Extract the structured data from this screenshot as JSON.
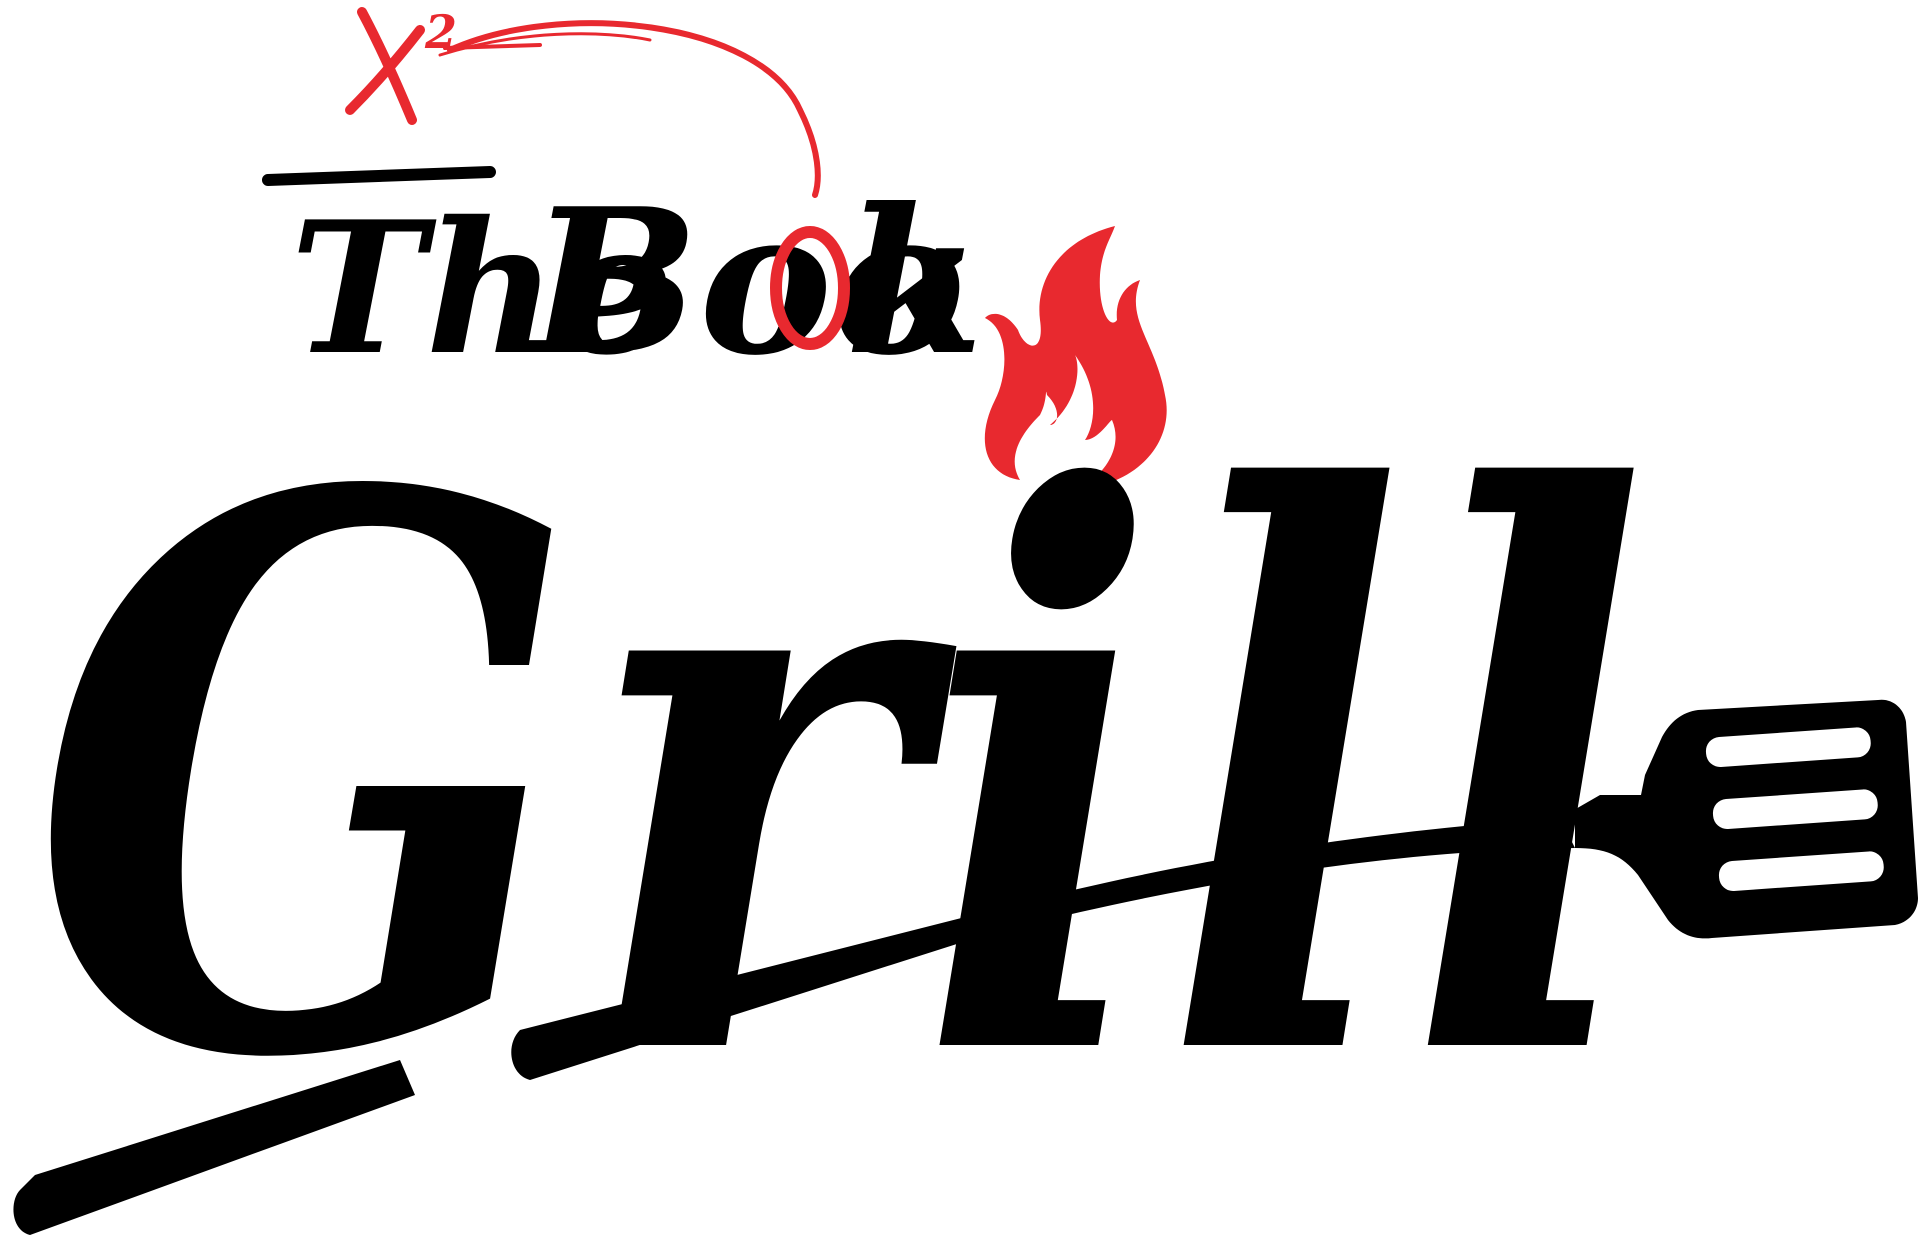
{
  "logo": {
    "line1_word1": "The",
    "line1_word2_start": "Boo",
    "line1_word2_end": "k",
    "line2": "Grill",
    "mark_x": "x",
    "mark_superscript": "2"
  },
  "colors": {
    "primary": "#000000",
    "accent": "#e8292f",
    "background": "#ffffff"
  },
  "icons": [
    "flame-icon",
    "spatula-icon",
    "arc-swoosh"
  ]
}
